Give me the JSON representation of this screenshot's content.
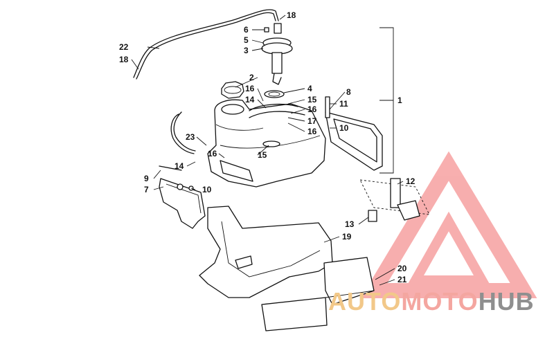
{
  "diagram": {
    "callouts": [
      {
        "id": "c1",
        "text": "1"
      },
      {
        "id": "c2",
        "text": "2"
      },
      {
        "id": "c3",
        "text": "3"
      },
      {
        "id": "c4",
        "text": "4"
      },
      {
        "id": "c5",
        "text": "5"
      },
      {
        "id": "c6",
        "text": "6"
      },
      {
        "id": "c7",
        "text": "7"
      },
      {
        "id": "c8",
        "text": "8"
      },
      {
        "id": "c9",
        "text": "9"
      },
      {
        "id": "c10a",
        "text": "10"
      },
      {
        "id": "c10b",
        "text": "10"
      },
      {
        "id": "c11",
        "text": "11"
      },
      {
        "id": "c12",
        "text": "12"
      },
      {
        "id": "c13",
        "text": "13"
      },
      {
        "id": "c14a",
        "text": "14"
      },
      {
        "id": "c14b",
        "text": "14"
      },
      {
        "id": "c15a",
        "text": "15"
      },
      {
        "id": "c15b",
        "text": "15"
      },
      {
        "id": "c16a",
        "text": "16"
      },
      {
        "id": "c16b",
        "text": "16"
      },
      {
        "id": "c16c",
        "text": "16"
      },
      {
        "id": "c16d",
        "text": "16"
      },
      {
        "id": "c17",
        "text": "17"
      },
      {
        "id": "c18a",
        "text": "18"
      },
      {
        "id": "c18b",
        "text": "18"
      },
      {
        "id": "c19",
        "text": "19"
      },
      {
        "id": "c20",
        "text": "20"
      },
      {
        "id": "c21",
        "text": "21"
      },
      {
        "id": "c22",
        "text": "22"
      },
      {
        "id": "c23",
        "text": "23"
      }
    ]
  },
  "watermark": {
    "part1": "AUTO",
    "part2": "MOTO",
    "part3": "HUB",
    "color_auto": "#f2c889",
    "color_moto": "#f4a6a0",
    "color_hub": "#8f8f8f",
    "triangle_color": "#f26d6d"
  }
}
